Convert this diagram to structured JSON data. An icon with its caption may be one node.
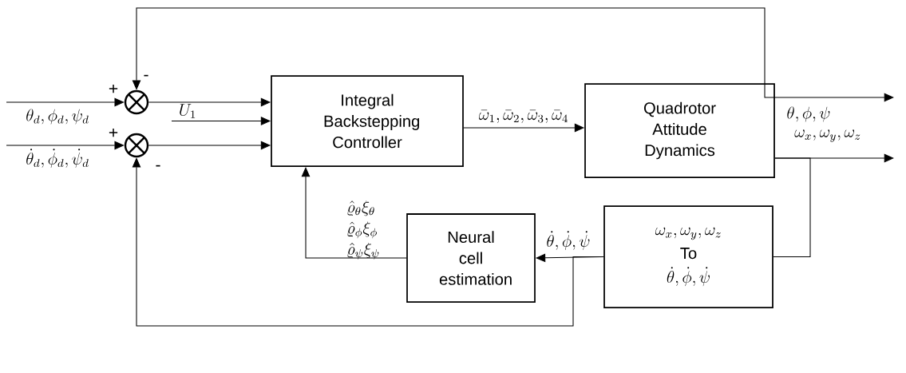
{
  "diagram": {
    "nodes": [
      {
        "text": [],
        "shape": "circle"
      },
      {
        "text": [],
        "shape": "circle"
      },
      {
        "text": [
          "Integral Backstepping Controller"
        ]
      },
      {
        "text": [
          "Quadrotor Attitude Dynamics"
        ]
      },
      {
        "text": [
          "Neural cell estimation"
        ]
      },
      {
        "text": [
          "\\omega_x, \\omega_y, \\omega_z",
          "To",
          "\\dot{\\theta}, \\dot{\\phi}, \\dot{\\psi}"
        ]
      }
    ],
    "edges": [
      {
        "from": null,
        "to": 0,
        "arrow": "to",
        "label": "\\theta_d, \\phi_d, \\psi_d"
      },
      {
        "from": null,
        "to": 1,
        "arrow": "to",
        "label": "\\dot{\\theta}_d, \\dot{\\phi}_d, \\dot{\\psi}_d"
      },
      {
        "from": 0,
        "to": 2,
        "arrow": "to"
      },
      {
        "from": null,
        "to": 2,
        "arrow": "to",
        "label": "U_1"
      },
      {
        "from": 1,
        "to": 2,
        "arrow": "to"
      },
      {
        "from": 2,
        "to": 3,
        "arrow": "to",
        "label": "\\bar{\\omega}_1, \\bar{\\omega}_2, \\bar{\\omega}_3, \\bar{\\omega}_4"
      },
      {
        "from": 3,
        "to": null,
        "arrow": "to",
        "label": "\\theta, \\phi, \\psi"
      },
      {
        "from": 3,
        "to": null,
        "arrow": "to",
        "label": "\\omega_x, \\omega_y, \\omega_z"
      },
      {
        "from": 3,
        "to": 0,
        "arrow": "to"
      },
      {
        "from": 3,
        "to": 5,
        "arrow": "none"
      },
      {
        "from": 5,
        "to": 4,
        "arrow": "to",
        "label": "\\dot{\\theta}, \\dot{\\phi}, \\dot{\\psi}"
      },
      {
        "from": 5,
        "to": 1,
        "arrow": "to"
      },
      {
        "from": 4,
        "to": 2,
        "arrow": "to",
        "label": "\\begin{array}{l}\\hat{\\varrho}_{\\theta}\\xi_{\\theta}\\\\ \\hat{\\varrho}_{\\phi}\\xi_{\\phi}\\\\ \\hat{\\varrho}_{\\psi}\\xi_{\\psi}\\end{array}"
      }
    ],
    "labels": [
      "-",
      "+",
      "+",
      "-"
    ]
  }
}
